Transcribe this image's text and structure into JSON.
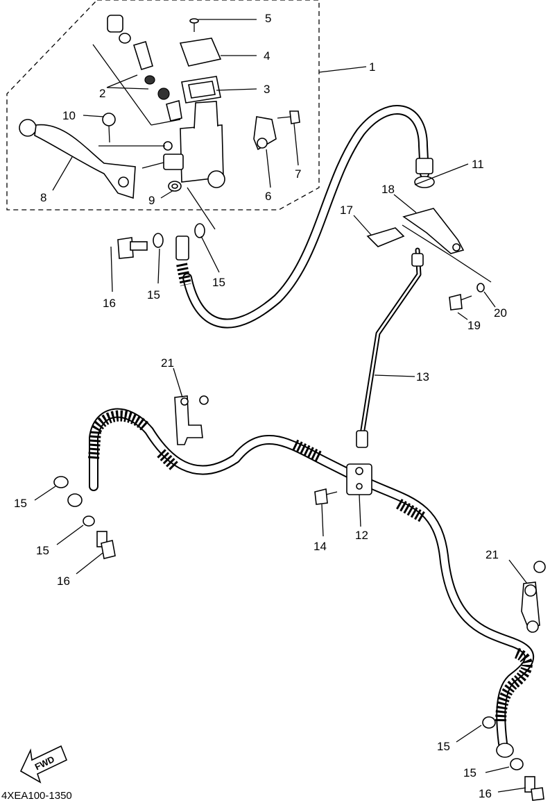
{
  "callouts": [
    "1",
    "2",
    "3",
    "4",
    "5",
    "6",
    "7",
    "8",
    "9",
    "10",
    "11",
    "12",
    "13",
    "14",
    "15",
    "16",
    "17",
    "18",
    "19",
    "20",
    "21"
  ],
  "fwd_label": "FWD",
  "diagram_code": "4XEA100-1350"
}
